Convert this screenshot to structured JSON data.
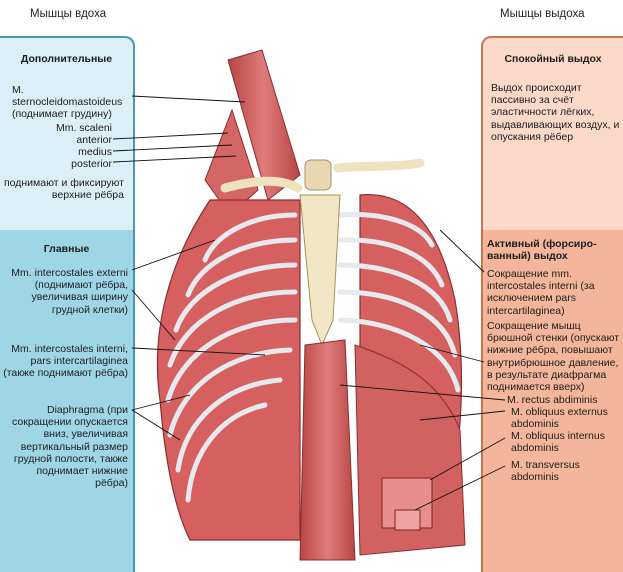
{
  "left": {
    "header": "Мышцы вдоха",
    "accessory": {
      "title": "Дополнительные",
      "scm": "M. sternocleidomastoideus (поднимает грудину)",
      "scaleni": "Mm. scaleni",
      "anterior": "anterior",
      "medius": "medius",
      "posterior": "posterior",
      "scaleni_note": "поднимают и фиксируют верхние рёбра"
    },
    "main": {
      "title": "Главные",
      "ext_intercostal": "Mm. intercostales externi (поднимают рёбра, увеличивая ширину грудной клетки)",
      "int_intercostal": "Mm. intercostales interni, pars intercartilaginea (также поднимают рёбра)",
      "diaphragm": "Diaphragma (при сокращении опускается вниз, увеличивая вертикальный размер грудной полости, также поднимает нижние рёбра)"
    }
  },
  "right": {
    "header": "Мышцы выдоха",
    "quiet": {
      "title": "Спокойный выдох",
      "text": "Выдох происходит пассивно за счёт эластичности лёгких, выдавливающих воздух, и опускания рёбер"
    },
    "active": {
      "title": "Активный (форсиро-ванный) выдох",
      "int_intercostal": "Сокращение mm. intercostales interni (за исключением pars intercartilaginea)",
      "abdominal": "Сокращение мышц брюшной стенки (опускают нижние рёбра, повышают внутрибрюшное давление, в результате диафрагма поднимается вверх)",
      "rectus": "M. rectus abdiminis",
      "obl_ext": "M. obliquus externus abdominis",
      "obl_int": "M. obliquus internus abdominis",
      "transversus": "M. transversus abdominis"
    }
  },
  "colors": {
    "light_blue": "#daf0f6",
    "mid_blue": "#9fd6e6",
    "light_salmon": "#fbd9c8",
    "salmon": "#f4b69a",
    "muscle": "#cd5a5a",
    "bone": "#f2e6c6"
  }
}
